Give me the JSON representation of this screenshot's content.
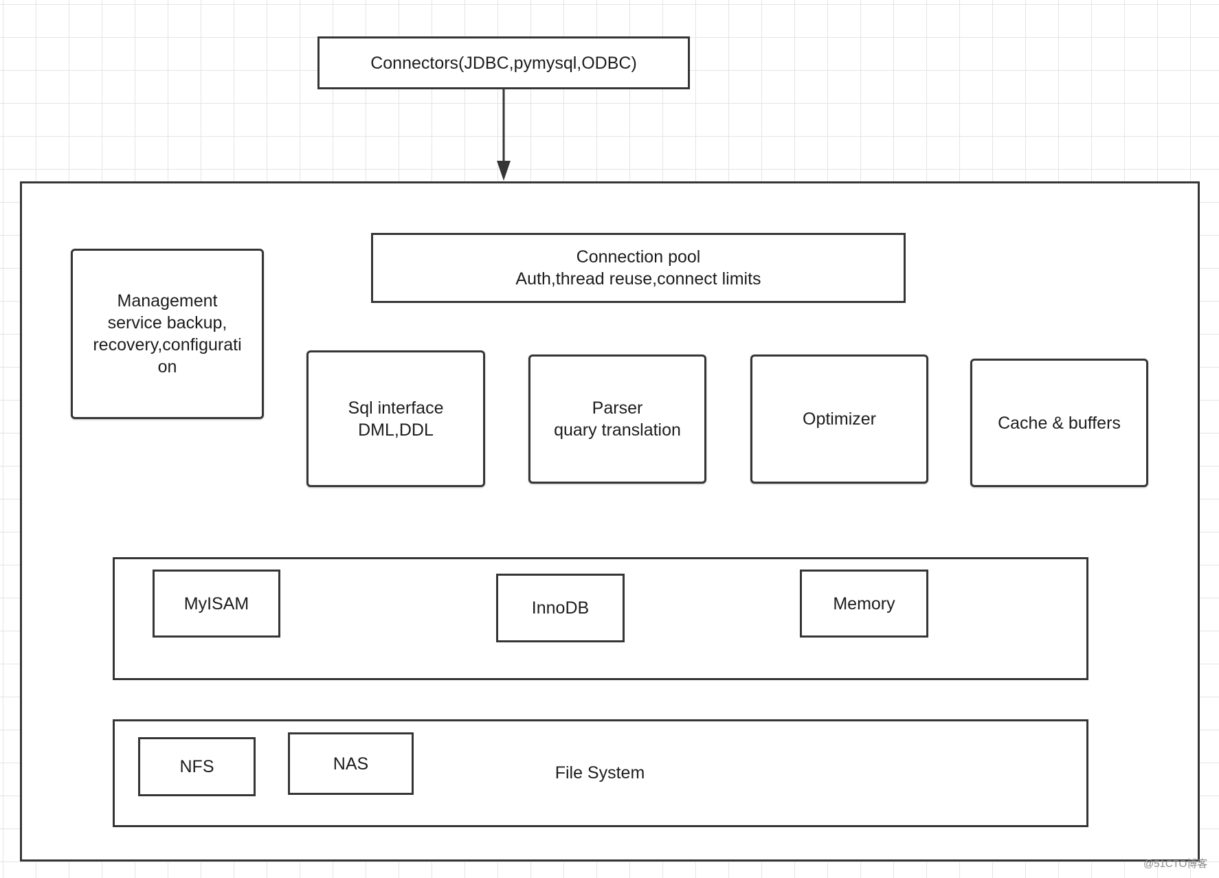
{
  "diagram": {
    "connectors": {
      "label": "Connectors(JDBC,pymysql,ODBC)"
    },
    "management": {
      "lines": [
        "Management",
        "service backup,",
        "recovery,configurati",
        "on"
      ]
    },
    "connection_pool": {
      "lines": [
        "Connection pool",
        "Auth,thread reuse,connect limits"
      ]
    },
    "sql_interface": {
      "lines": [
        "Sql interface",
        "DML,DDL"
      ]
    },
    "parser": {
      "lines": [
        "Parser",
        "quary translation"
      ]
    },
    "optimizer": {
      "label": "Optimizer"
    },
    "cache_buffers": {
      "label": "Cache & buffers"
    },
    "storage_engines": {
      "items": [
        "MyISAM",
        "InnoDB",
        "Memory"
      ]
    },
    "file_system": {
      "label": "File System",
      "items": [
        "NFS",
        "NAS"
      ]
    }
  },
  "watermark": "@51CTO博客",
  "colors": {
    "border": "#353535",
    "grid": "#e4e4e4",
    "background": "#ffffff"
  }
}
